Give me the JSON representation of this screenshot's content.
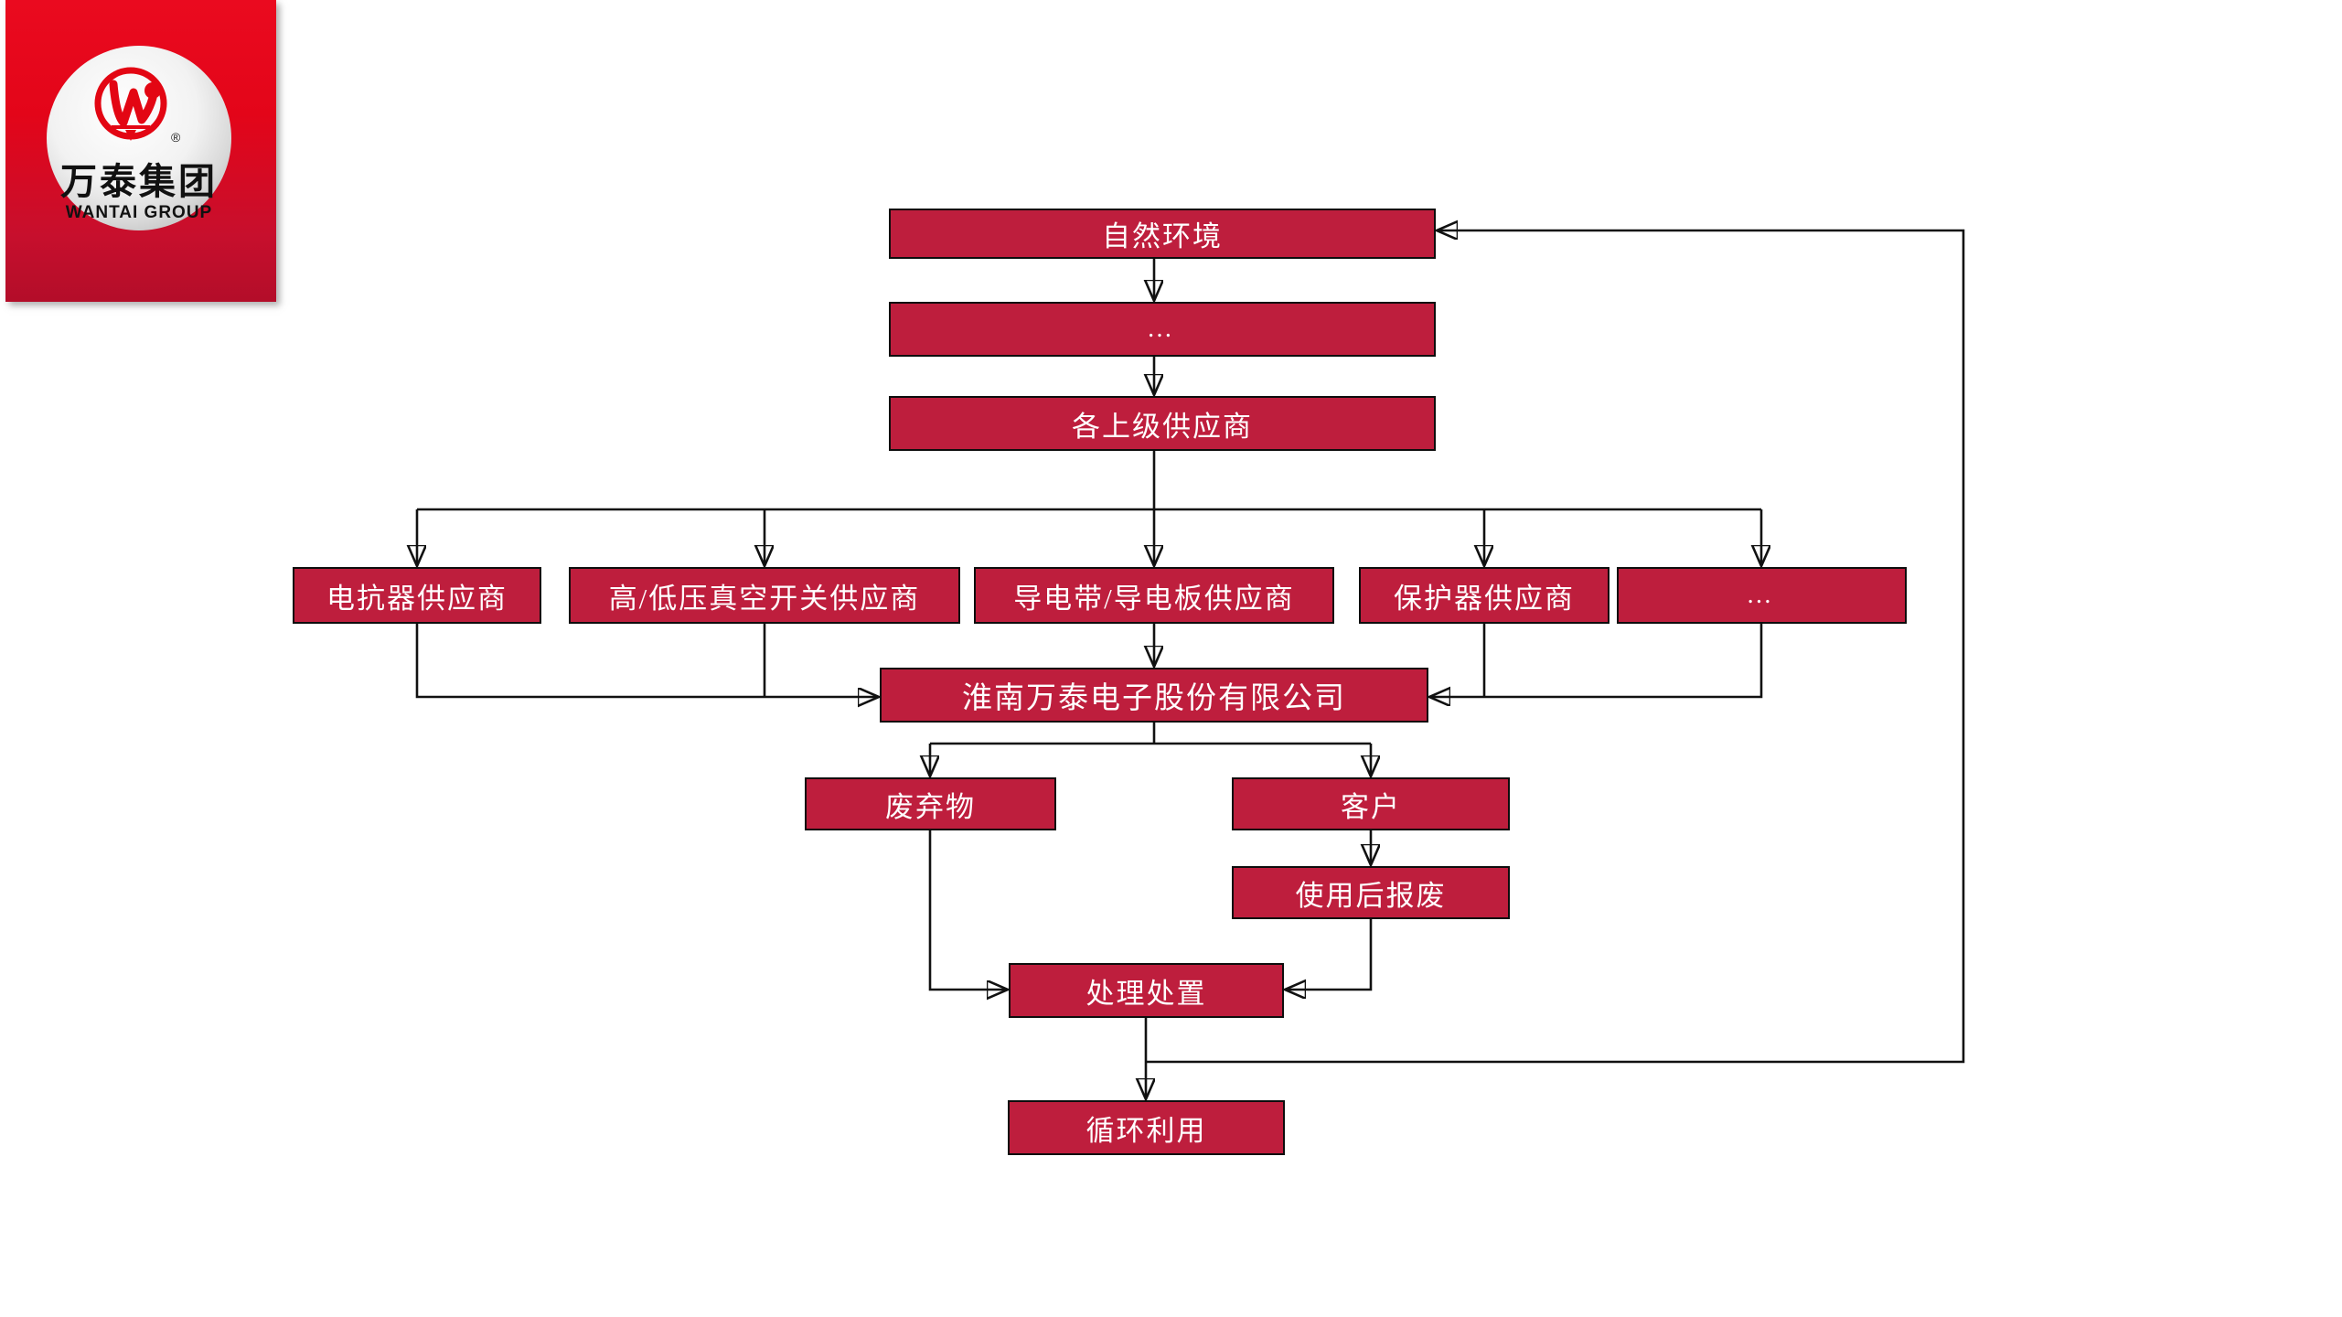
{
  "page": {
    "background": "#ffffff"
  },
  "logo": {
    "company_cn": "万泰集团",
    "company_en": "WANTAI GROUP",
    "registered_mark": "®",
    "emblem": "wantai-w-monogram-icon",
    "square_top_color": "#e30519",
    "square_bottom_color": "#b30d29",
    "emblem_red": "#e30613"
  },
  "flowchart": {
    "box_fill": "#be1e3d",
    "box_border_color": "#0d0d0d",
    "box_text_color": "#ffffff",
    "line_color": "#111111",
    "nodes": [
      {
        "id": "natural-environment",
        "label": "自然环境"
      },
      {
        "id": "upper-ellipsis",
        "label": "…"
      },
      {
        "id": "upper-suppliers",
        "label": "各上级供应商"
      },
      {
        "id": "reactor-supplier",
        "label": "电抗器供应商"
      },
      {
        "id": "vacuum-switch-supplier",
        "label": "高/低压真空开关供应商"
      },
      {
        "id": "conductive-strip-plate-supplier",
        "label": "导电带/导电板供应商"
      },
      {
        "id": "protector-supplier",
        "label": "保护器供应商"
      },
      {
        "id": "supplier-ellipsis",
        "label": "…"
      },
      {
        "id": "company",
        "label": "淮南万泰电子股份有限公司"
      },
      {
        "id": "waste",
        "label": "废弃物"
      },
      {
        "id": "customer",
        "label": "客户"
      },
      {
        "id": "scrap-after-use",
        "label": "使用后报废"
      },
      {
        "id": "treatment-disposal",
        "label": "处理处置"
      },
      {
        "id": "recycling",
        "label": "循环利用"
      }
    ],
    "edges": [
      "natural-environment -> upper-ellipsis",
      "upper-ellipsis -> upper-suppliers",
      "upper-suppliers -> reactor-supplier",
      "upper-suppliers -> vacuum-switch-supplier",
      "upper-suppliers -> conductive-strip-plate-supplier",
      "upper-suppliers -> protector-supplier",
      "upper-suppliers -> supplier-ellipsis",
      "reactor-supplier -> company",
      "vacuum-switch-supplier -> company",
      "conductive-strip-plate-supplier -> company",
      "protector-supplier -> company",
      "supplier-ellipsis -> company",
      "company -> waste",
      "company -> customer",
      "customer -> scrap-after-use",
      "waste -> treatment-disposal",
      "scrap-after-use -> treatment-disposal",
      "treatment-disposal -> recycling",
      "treatment-disposal -> natural-environment"
    ]
  }
}
